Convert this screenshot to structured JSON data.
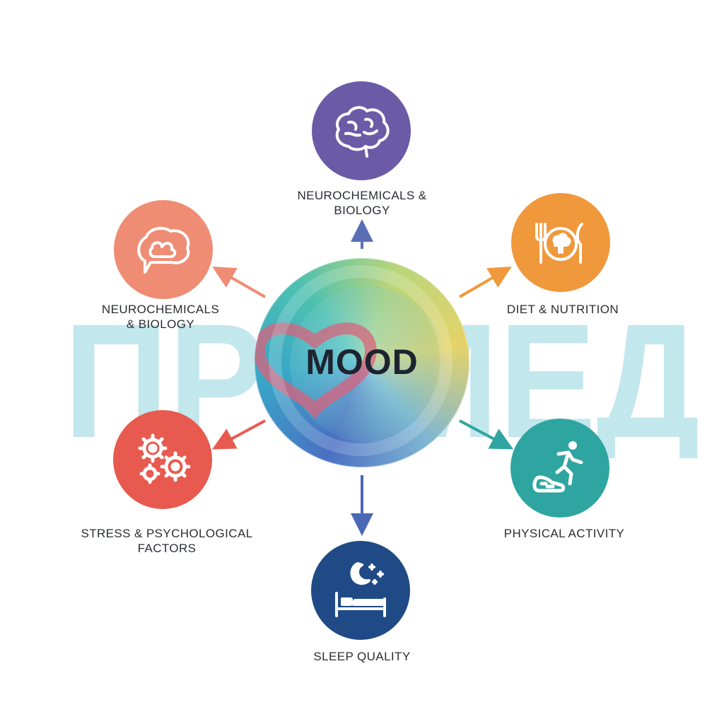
{
  "center": {
    "label": "MOOD",
    "color_start": "#4a6fc2",
    "color_end": "#e5d36a"
  },
  "watermark": {
    "text": "ПРОМЕД",
    "color": "#a8dde4"
  },
  "factors": [
    {
      "id": "neuro-top",
      "line1": "NEUROCHEMICALS &",
      "line2": "BIOLOGY",
      "color": "#6b5aa6",
      "icon": "brain-icon"
    },
    {
      "id": "neuro-left",
      "line1": "NEUROCHEMICALS",
      "line2": "& BIOLOGY",
      "color": "#ee8d74",
      "icon": "thought-bubble-icon"
    },
    {
      "id": "diet",
      "line1": "DIET & NUTRITION",
      "line2": "",
      "color": "#f0983c",
      "icon": "fork-plate-knife-icon"
    },
    {
      "id": "stress",
      "line1": "STRESS & PSYCHOLOGICAL",
      "line2": "FACTORS",
      "color": "#e85a4f",
      "icon": "gears-icon"
    },
    {
      "id": "physical",
      "line1": "PHYSICAL ACTIVITY",
      "line2": "",
      "color": "#2ea5a0",
      "icon": "runner-icon"
    },
    {
      "id": "sleep",
      "line1": "SLEEP QUALITY",
      "line2": "",
      "color": "#1f4a86",
      "icon": "bed-moon-icon"
    }
  ],
  "arrows": [
    {
      "to": "neuro-top",
      "color": "#5a6fb5"
    },
    {
      "to": "neuro-left",
      "color": "#ee8d74"
    },
    {
      "to": "diet",
      "color": "#f0983c"
    },
    {
      "to": "stress",
      "color": "#e85a4f"
    },
    {
      "to": "physical",
      "color": "#2ea5a0"
    },
    {
      "to": "sleep",
      "color": "#4a68b3"
    }
  ]
}
